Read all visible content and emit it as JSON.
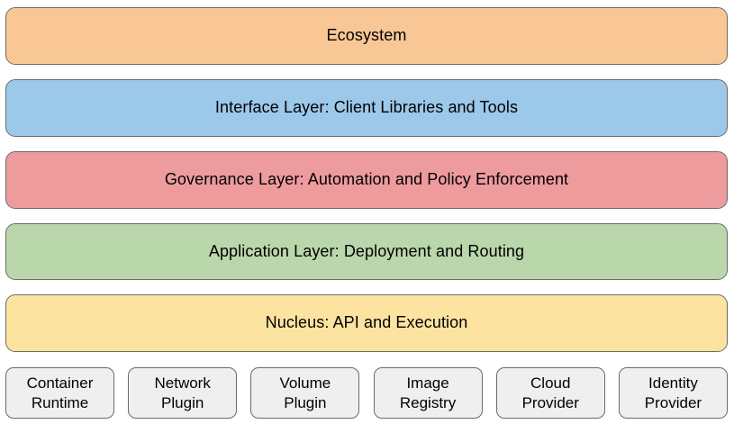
{
  "diagram": {
    "type": "layered-stack-architecture",
    "title": "",
    "layers": [
      {
        "label": "Ecosystem",
        "color": "#F9C795",
        "border": "#6b6b6b"
      },
      {
        "label": "Interface Layer: Client Libraries and Tools",
        "color": "#9CC8EA",
        "border": "#6b6b6b"
      },
      {
        "label": "Governance Layer: Automation and Policy Enforcement",
        "color": "#EE9B9E",
        "border": "#6b6b6b"
      },
      {
        "label": "Application Layer: Deployment and Routing",
        "color": "#BAD7AC",
        "border": "#6b6b6b"
      },
      {
        "label": "Nucleus: API and Execution",
        "color": "#FCE3A0",
        "border": "#6b6b6b"
      }
    ],
    "plugins": [
      {
        "line1": "Container",
        "line2": "Runtime"
      },
      {
        "line1": "Network",
        "line2": "Plugin"
      },
      {
        "line1": "Volume",
        "line2": "Plugin"
      },
      {
        "line1": "Image",
        "line2": "Registry"
      },
      {
        "line1": "Cloud",
        "line2": "Provider"
      },
      {
        "line1": "Identity",
        "line2": "Provider"
      }
    ],
    "plugin_fill": "#EFEFEF"
  }
}
